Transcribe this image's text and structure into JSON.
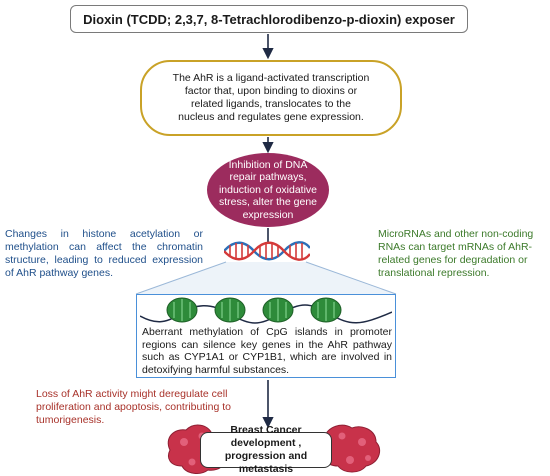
{
  "title": "Dioxin (TCDD; 2,3,7, 8-Tetrachlorodibenzo-p-dioxin) exposer",
  "ahr_box": {
    "lines": [
      "The AhR is a ligand-activated transcription",
      "factor that, upon binding to dioxins or",
      "related ligands, translocates to the",
      "nucleus and regulates gene expression."
    ]
  },
  "center_node": {
    "lines": [
      "Inhibition of DNA",
      "repair pathways,",
      "induction of oxidative",
      "stress, alter the gene",
      "expression"
    ]
  },
  "left_note": "Changes in histone acetylation or methylation can affect the chromatin structure, leading to reduced expression of AhR pathway genes.",
  "right_note": "MicroRNAs and other non-coding RNAs can target mRNAs of AhR-related genes for degradation or translational repression.",
  "methylation_note": "Aberrant methylation of CpG islands in promoter regions can silence key genes in the AhR pathway such as CYP1A1 or CYP1B1, which are involved in detoxifying harmful substances.",
  "loss_note": "Loss of AhR activity might deregulate cell proliferation and apoptosis, contributing to tumorigenesis.",
  "outcome": {
    "lines": [
      "Breast Cancer development ,",
      "progression and metastasis"
    ]
  },
  "colors": {
    "ahr_border": "#c9a227",
    "center_node": "#9c2c5e",
    "left_note": "#1f4f8a",
    "right_note": "#3c7a2a",
    "loss_note": "#a8322a",
    "methylation_border": "#4a90d9",
    "tumor": "#c8324a",
    "nucleosome": "#2e8b3a"
  },
  "icons": [
    "dna-helix-icon",
    "nucleosome-icon",
    "tumor-icon"
  ]
}
